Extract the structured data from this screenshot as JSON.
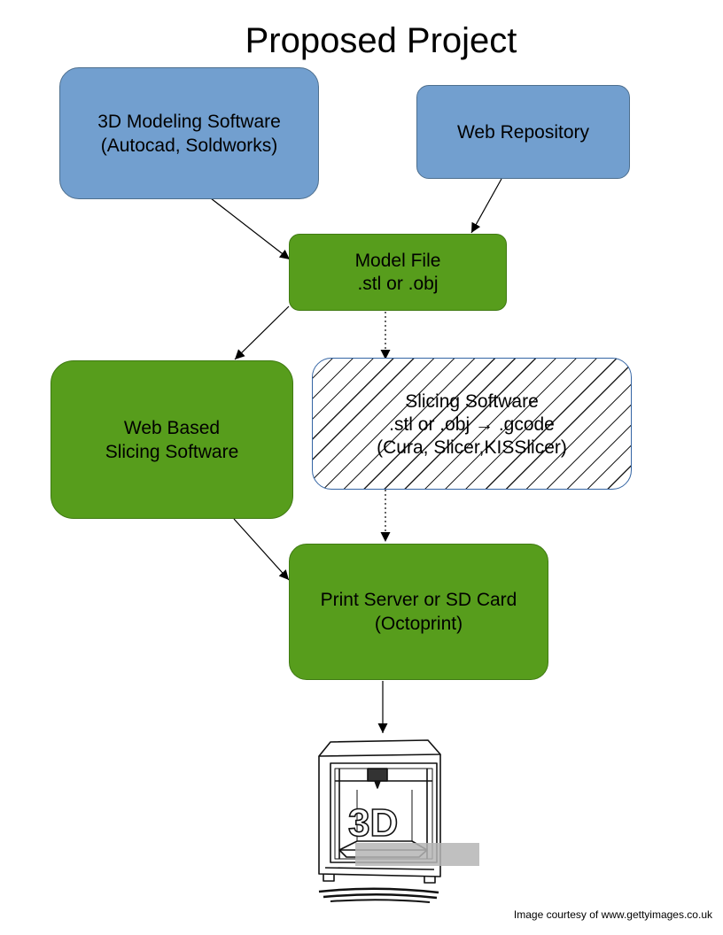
{
  "title": "Proposed Project",
  "nodes": {
    "modeling": {
      "line1": "3D Modeling Software",
      "line2": "(Autocad, Soldworks)"
    },
    "repository": {
      "line1": "Web Repository"
    },
    "model_file": {
      "line1": "Model File",
      "line2": ".stl or .obj"
    },
    "web_slicing": {
      "line1": "Web Based",
      "line2": "Slicing Software"
    },
    "slicing": {
      "line1": "Slicing Software",
      "line2": ".stl or .obj → .gcode",
      "line3": "(Cura, Slicer,KISSlicer)"
    },
    "print_server": {
      "line1": "Print Server or SD Card",
      "line2": "(Octoprint)"
    }
  },
  "printer_image": {
    "icon": "3d-printer-illustration",
    "label": "3D"
  },
  "credit": "Image courtesy of www.gettyimages.co.uk",
  "colors": {
    "blue": "#729fcf",
    "green": "#579d1c"
  }
}
